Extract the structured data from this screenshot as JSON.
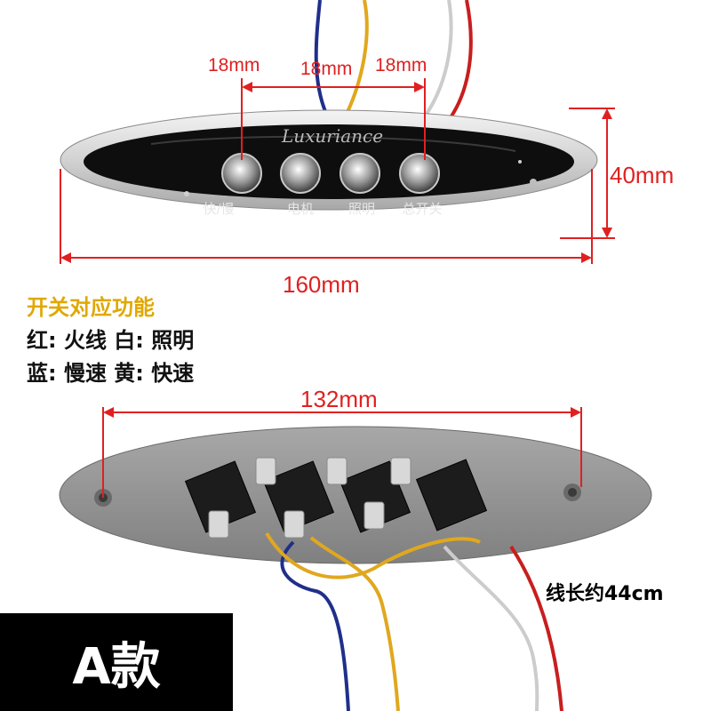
{
  "dimensions": {
    "button_spacing": [
      "18mm",
      "18mm",
      "18mm"
    ],
    "height": "40mm",
    "width": "160mm",
    "mount_spacing": "132mm"
  },
  "panel": {
    "brand": "Luxuriance",
    "button_labels": [
      "快/慢",
      "电机",
      "照明",
      "总开关"
    ]
  },
  "wiring_legend": {
    "title": "开关对应功能",
    "line1": "红: 火线 白: 照明",
    "line2": "蓝: 慢速 黄: 快速"
  },
  "wire_length": "线长约44cm",
  "variant_badge": "A款",
  "colors": {
    "dimension_red": "#e02020",
    "legend_title": "#e0a800",
    "wire_red": "#c81e1e",
    "wire_blue": "#1f2f8a",
    "wire_yellow": "#e0a81e",
    "wire_white": "#cccccc"
  }
}
